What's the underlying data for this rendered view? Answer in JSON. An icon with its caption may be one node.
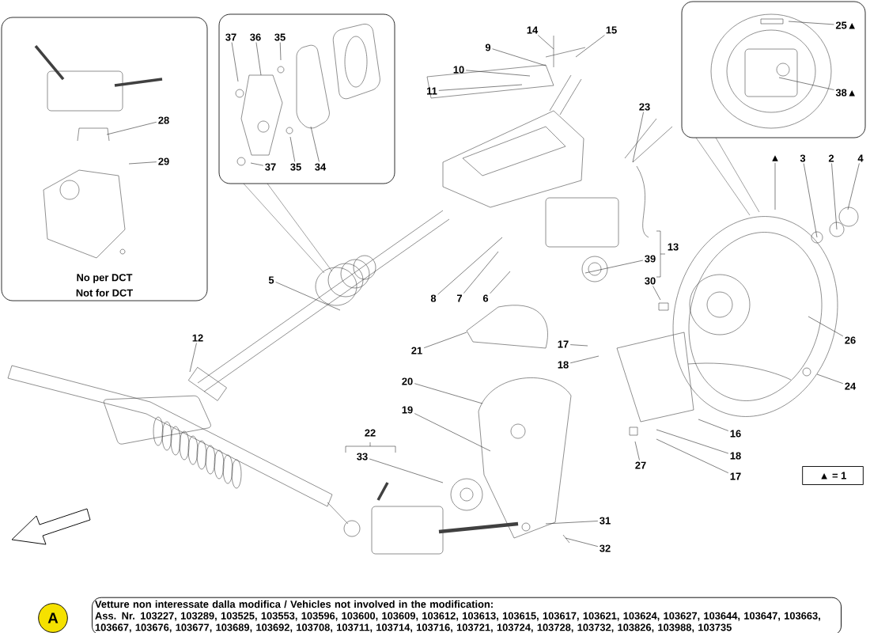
{
  "diagram": {
    "nodes": [
      {
        "text": [
          "No per DCT",
          "Not for DCT"
        ]
      },
      {
        "text": [],
        "shape": "box"
      },
      {
        "text": [],
        "shape": "box"
      },
      {
        "text": [
          "28"
        ],
        "in": 0
      },
      {
        "text": [
          "29"
        ],
        "in": 0
      },
      {
        "text": [
          "37"
        ],
        "in": 1
      },
      {
        "text": [
          "36"
        ],
        "in": 1
      },
      {
        "text": [
          "35"
        ],
        "in": 1
      },
      {
        "text": [
          "37"
        ],
        "in": 1
      },
      {
        "text": [
          "35"
        ],
        "in": 1
      },
      {
        "text": [
          "34"
        ],
        "in": 1
      },
      {
        "text": [
          "25▲"
        ],
        "in": 2
      },
      {
        "text": [
          "38▲"
        ],
        "in": 2
      },
      {
        "text": [
          "14"
        ]
      },
      {
        "text": [
          "15"
        ]
      },
      {
        "text": [
          "9"
        ]
      },
      {
        "text": [
          "10"
        ]
      },
      {
        "text": [
          "11"
        ]
      },
      {
        "text": [
          "23"
        ]
      },
      {
        "text": [
          "3"
        ]
      },
      {
        "text": [
          "▲"
        ]
      },
      {
        "text": [
          "2"
        ]
      },
      {
        "text": [
          "4"
        ]
      },
      {
        "text": [
          "13"
        ]
      },
      {
        "text": [
          "39"
        ]
      },
      {
        "text": [
          "5"
        ]
      },
      {
        "text": [
          "8"
        ]
      },
      {
        "text": [
          "7"
        ]
      },
      {
        "text": [
          "6"
        ]
      },
      {
        "text": [
          "30"
        ]
      },
      {
        "text": [
          "12"
        ]
      },
      {
        "text": [
          "17"
        ]
      },
      {
        "text": [
          "26"
        ]
      },
      {
        "text": [
          "21"
        ]
      },
      {
        "text": [
          "18"
        ]
      },
      {
        "text": [
          "24"
        ]
      },
      {
        "text": [
          "20"
        ]
      },
      {
        "text": [
          "19"
        ]
      },
      {
        "text": [
          "22"
        ]
      },
      {
        "text": [
          "16"
        ]
      },
      {
        "text": [
          "33"
        ]
      },
      {
        "text": [
          "18"
        ]
      },
      {
        "text": [
          "27"
        ]
      },
      {
        "text": [
          "17"
        ]
      },
      {
        "text": [
          "31"
        ]
      },
      {
        "text": [
          "32"
        ]
      },
      {
        "text": [
          "▲ = 1"
        ]
      },
      {
        "text": [
          "A"
        ]
      },
      {
        "text": [
          "Vetture non interessate dalla modifica / Vehicles not involved in the modification:",
          "Ass. Nr. 103227, 103289, 103525, 103553, 103596, 103600, 103609, 103612, 103613, 103615, 103617, 103621, 103624, 103627, 103644, 103647, 103663, 103667, 103676, 103677, 103689, 103692, 103708, 103711, 103714, 103716, 103721, 103724, 103728, 103732, 103826, 103988, 103735"
        ]
      }
    ],
    "edges": [
      {
        "from": 3,
        "to": null,
        "arrow": "none"
      },
      {
        "from": 4,
        "to": null,
        "arrow": "none"
      },
      {
        "from": 5,
        "to": null,
        "arrow": "none"
      },
      {
        "from": 6,
        "to": null,
        "arrow": "none"
      },
      {
        "from": 7,
        "to": null,
        "arrow": "none"
      },
      {
        "from": 8,
        "to": null,
        "arrow": "none"
      },
      {
        "from": 9,
        "to": null,
        "arrow": "none"
      },
      {
        "from": 10,
        "to": null,
        "arrow": "none"
      },
      {
        "from": 11,
        "to": null,
        "arrow": "none"
      },
      {
        "from": 12,
        "to": null,
        "arrow": "none"
      },
      {
        "from": 13,
        "to": null,
        "arrow": "none"
      },
      {
        "from": 14,
        "to": null,
        "arrow": "none"
      },
      {
        "from": 15,
        "to": null,
        "arrow": "none"
      },
      {
        "from": 16,
        "to": null,
        "arrow": "none"
      },
      {
        "from": 17,
        "to": null,
        "arrow": "none"
      },
      {
        "from": 18,
        "to": null,
        "arrow": "none"
      },
      {
        "from": 19,
        "to": null,
        "arrow": "none"
      },
      {
        "from": 20,
        "to": null,
        "arrow": "none"
      },
      {
        "from": 21,
        "to": null,
        "arrow": "none"
      },
      {
        "from": 22,
        "to": null,
        "arrow": "none"
      },
      {
        "from": 24,
        "to": null,
        "arrow": "none"
      },
      {
        "from": 25,
        "to": null,
        "arrow": "none"
      },
      {
        "from": 26,
        "to": null,
        "arrow": "none"
      },
      {
        "from": 27,
        "to": null,
        "arrow": "none"
      },
      {
        "from": 28,
        "to": null,
        "arrow": "none"
      },
      {
        "from": 29,
        "to": null,
        "arrow": "none"
      },
      {
        "from": 30,
        "to": null,
        "arrow": "none"
      },
      {
        "from": 31,
        "to": null,
        "arrow": "none"
      },
      {
        "from": 32,
        "to": null,
        "arrow": "none"
      },
      {
        "from": 33,
        "to": null,
        "arrow": "none"
      },
      {
        "from": 34,
        "to": null,
        "arrow": "none"
      },
      {
        "from": 35,
        "to": null,
        "arrow": "none"
      },
      {
        "from": 36,
        "to": null,
        "arrow": "none"
      },
      {
        "from": 37,
        "to": null,
        "arrow": "none"
      },
      {
        "from": 39,
        "to": null,
        "arrow": "none"
      },
      {
        "from": 40,
        "to": null,
        "arrow": "none"
      },
      {
        "from": 41,
        "to": null,
        "arrow": "none"
      },
      {
        "from": 42,
        "to": null,
        "arrow": "none"
      },
      {
        "from": 43,
        "to": null,
        "arrow": "none"
      },
      {
        "from": 44,
        "to": null,
        "arrow": "none"
      },
      {
        "from": 45,
        "to": null,
        "arrow": "none"
      }
    ]
  }
}
